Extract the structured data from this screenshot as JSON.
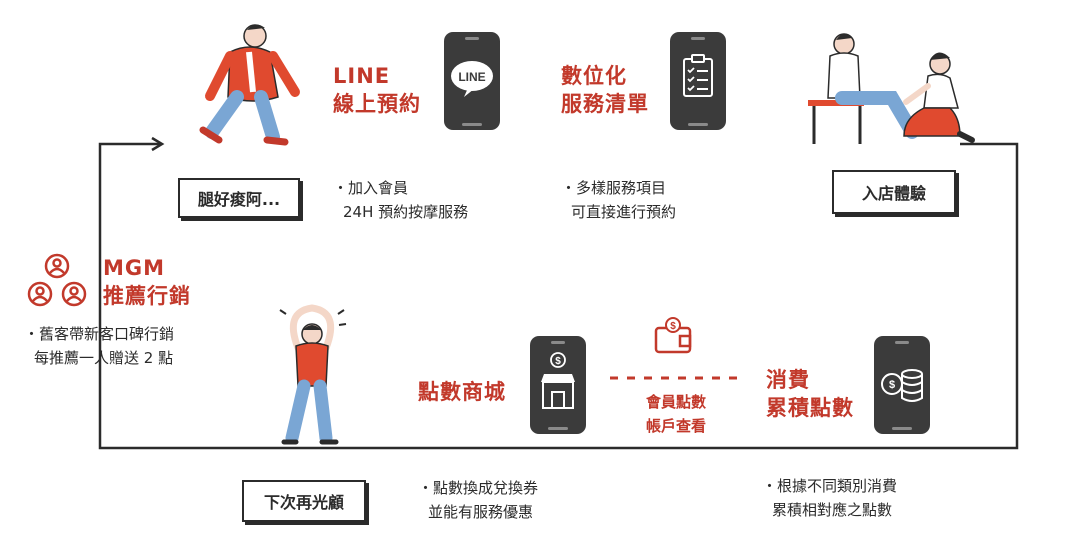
{
  "steps": {
    "start": "腿好痠阿...",
    "line": {
      "title1": "LINE",
      "title2": "線上預約",
      "icon": "LINE",
      "note1": "・加入會員",
      "note2": "24H 預約按摩服務"
    },
    "digital": {
      "title1": "數位化",
      "title2": "服務清單",
      "note1": "・多樣服務項目",
      "note2": "可直接進行預約"
    },
    "store": "入店體驗",
    "points": {
      "title1": "消費",
      "title2": "累積點數",
      "note1": "・根據不同類別消費",
      "note2": "累積相對應之點數"
    },
    "account": {
      "label1": "會員點數",
      "label2": "帳戶查看"
    },
    "mall": {
      "title": "點數商城",
      "note1": "・點數換成兌換券",
      "note2": "並能有服務優惠"
    },
    "revisit": "下次再光顧",
    "mgm": {
      "title1": "MGM",
      "title2": "推薦行銷",
      "note1": "・舊客帶新客口碑行銷",
      "note2": "每推薦一人贈送 2 點"
    }
  },
  "colors": {
    "accent": "#c2392b",
    "dark": "#3b3b3b",
    "line": "#2b2b2b"
  }
}
